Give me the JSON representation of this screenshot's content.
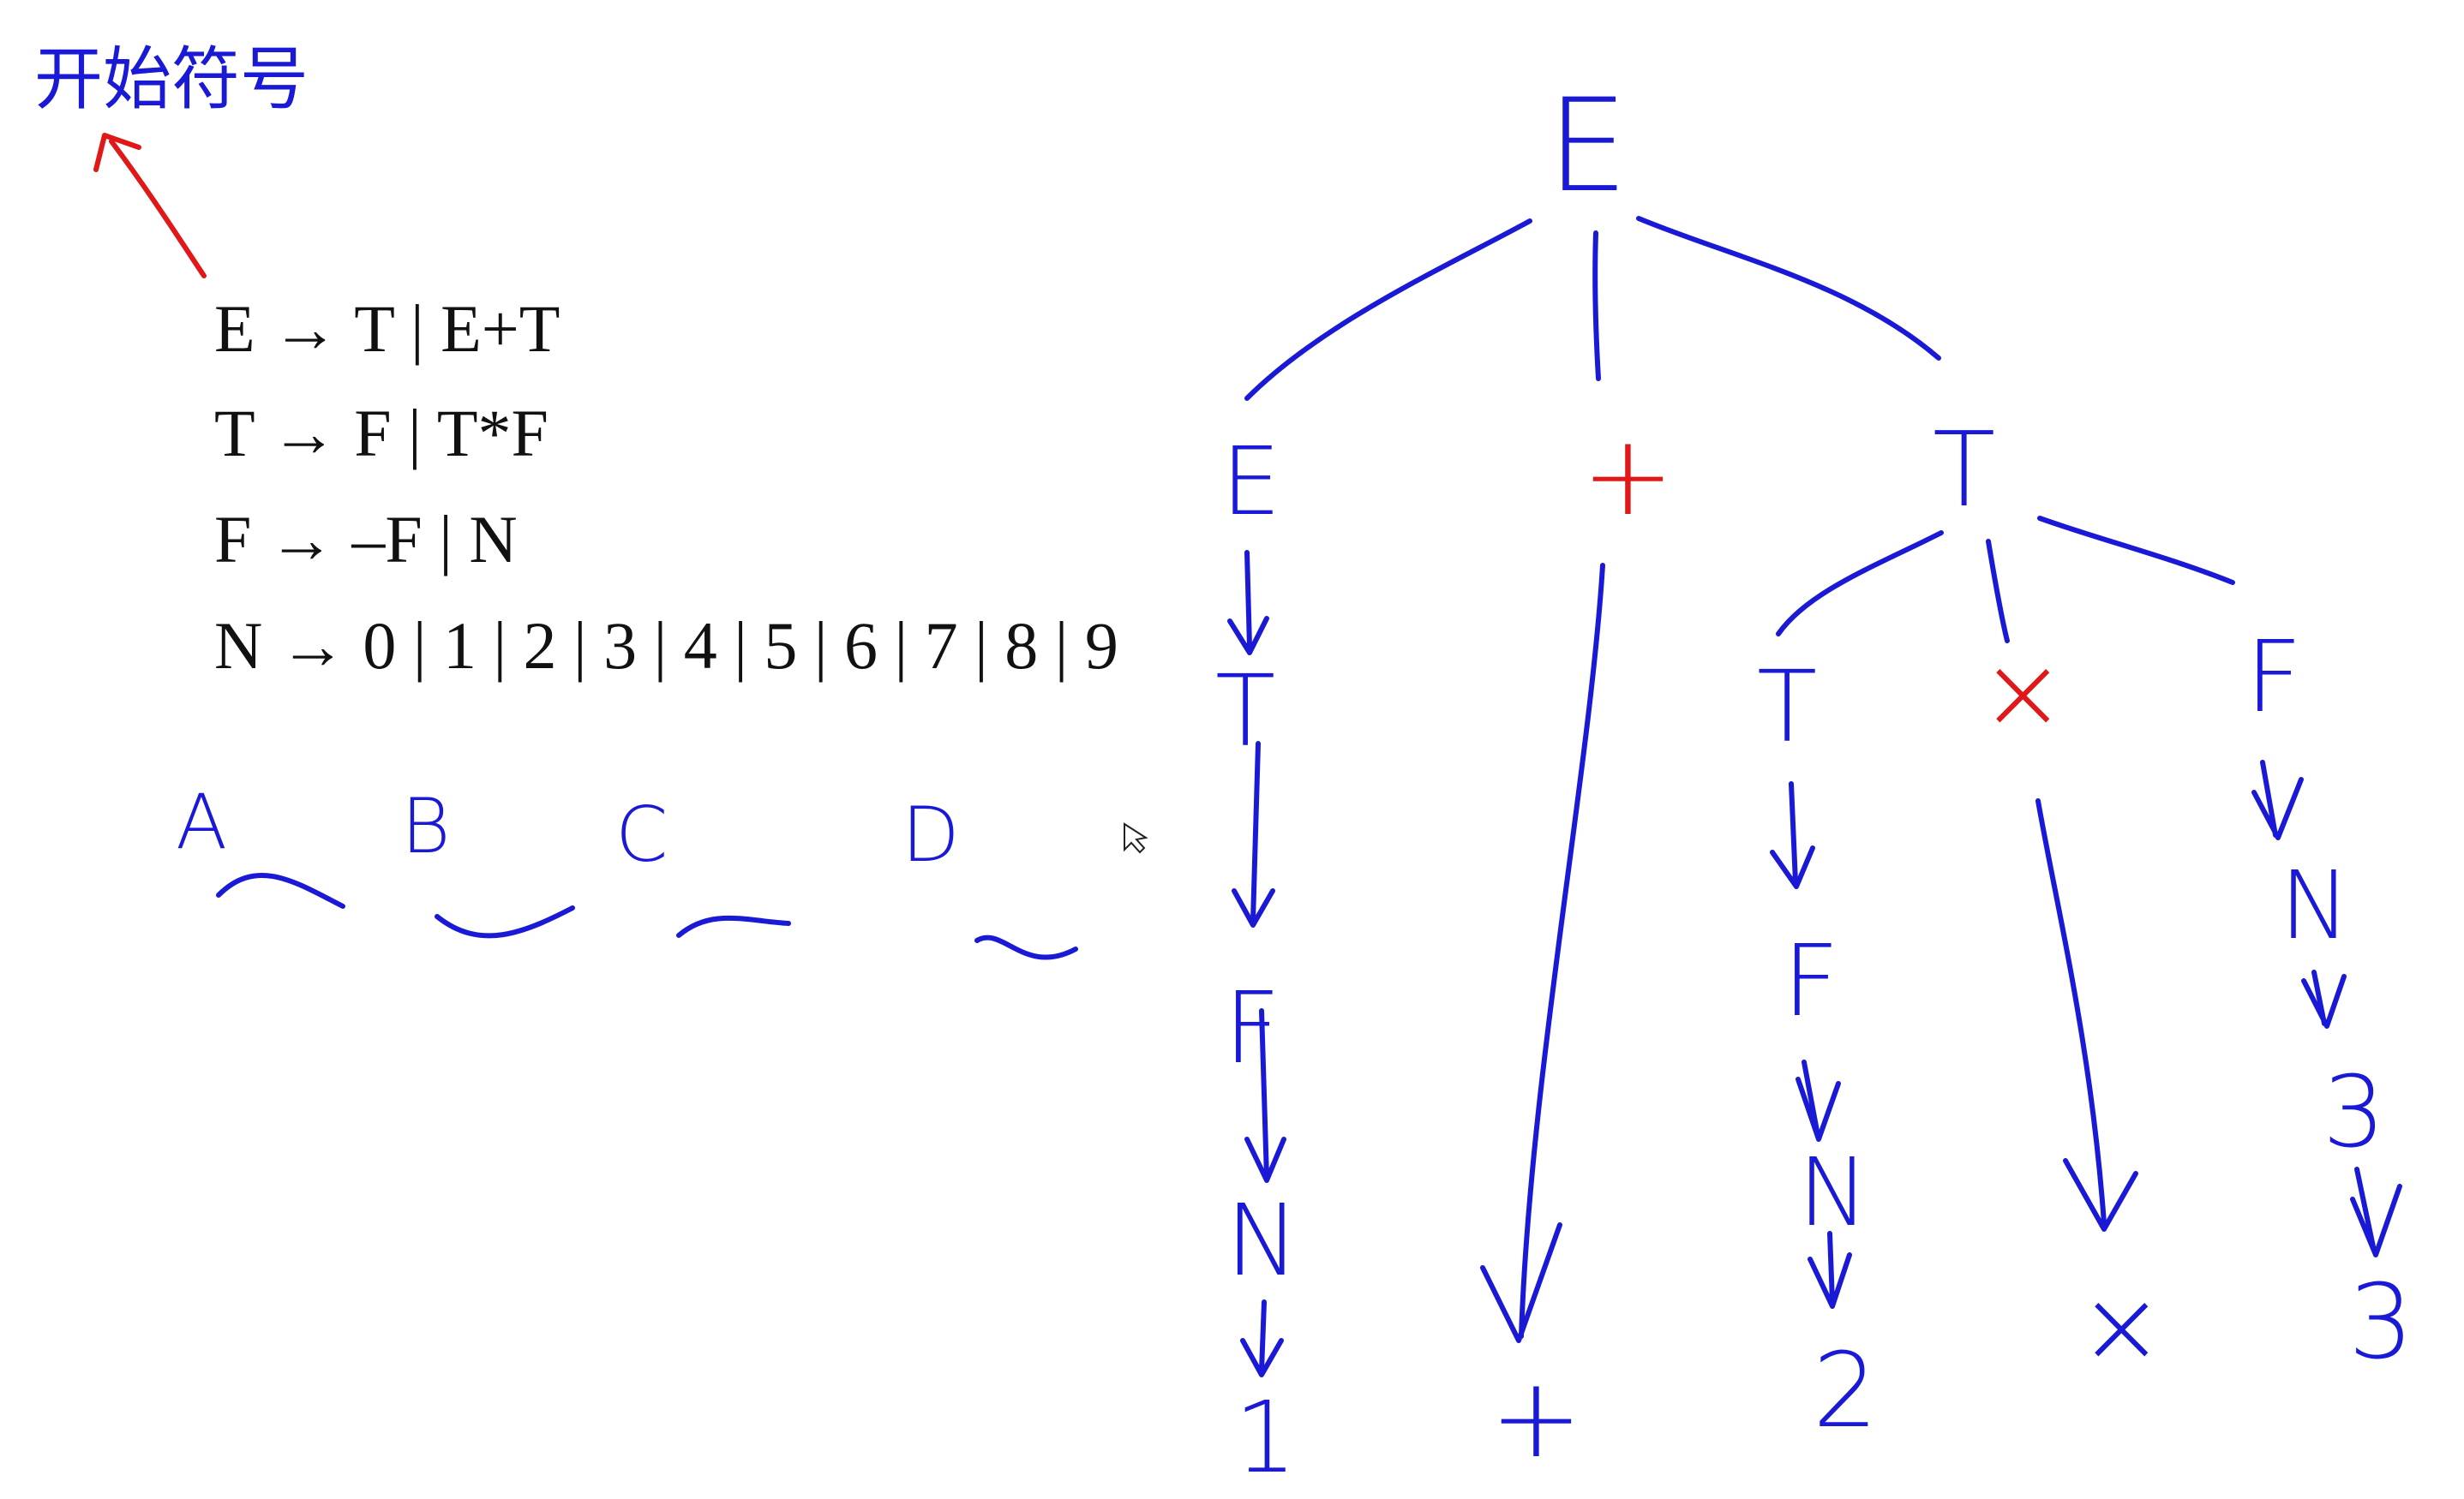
{
  "colors": {
    "ink_blue": "#1a1ad6",
    "ink_red": "#e01818",
    "text_black": "#111111",
    "background": "#ffffff"
  },
  "annotation": {
    "start_symbol_note": "开始符号"
  },
  "grammar": {
    "rules": [
      "E → T | E+T",
      "T → F | T*F",
      "F → –F | N",
      "N → 0 | 1 | 2 | 3 | 4 | 5 | 6 | 7 | 8 | 9"
    ]
  },
  "placeholders": {
    "letters": [
      "A",
      "B",
      "C",
      "D"
    ],
    "tilde": "~"
  },
  "cursor_icon": "pointer-cursor-icon",
  "tree": {
    "root": "E",
    "children": [
      {
        "label": "E",
        "color": "blue",
        "chain": [
          "T",
          "F",
          "N",
          "1"
        ]
      },
      {
        "label": "+",
        "color": "red",
        "chain": [
          "+"
        ]
      },
      {
        "label": "T",
        "color": "blue",
        "children": [
          {
            "label": "T",
            "color": "blue",
            "chain": [
              "F",
              "N",
              "2"
            ]
          },
          {
            "label": "×",
            "color": "red",
            "chain": [
              "×"
            ]
          },
          {
            "label": "F",
            "color": "blue",
            "chain": [
              "N",
              "3",
              "3"
            ]
          }
        ]
      }
    ]
  }
}
